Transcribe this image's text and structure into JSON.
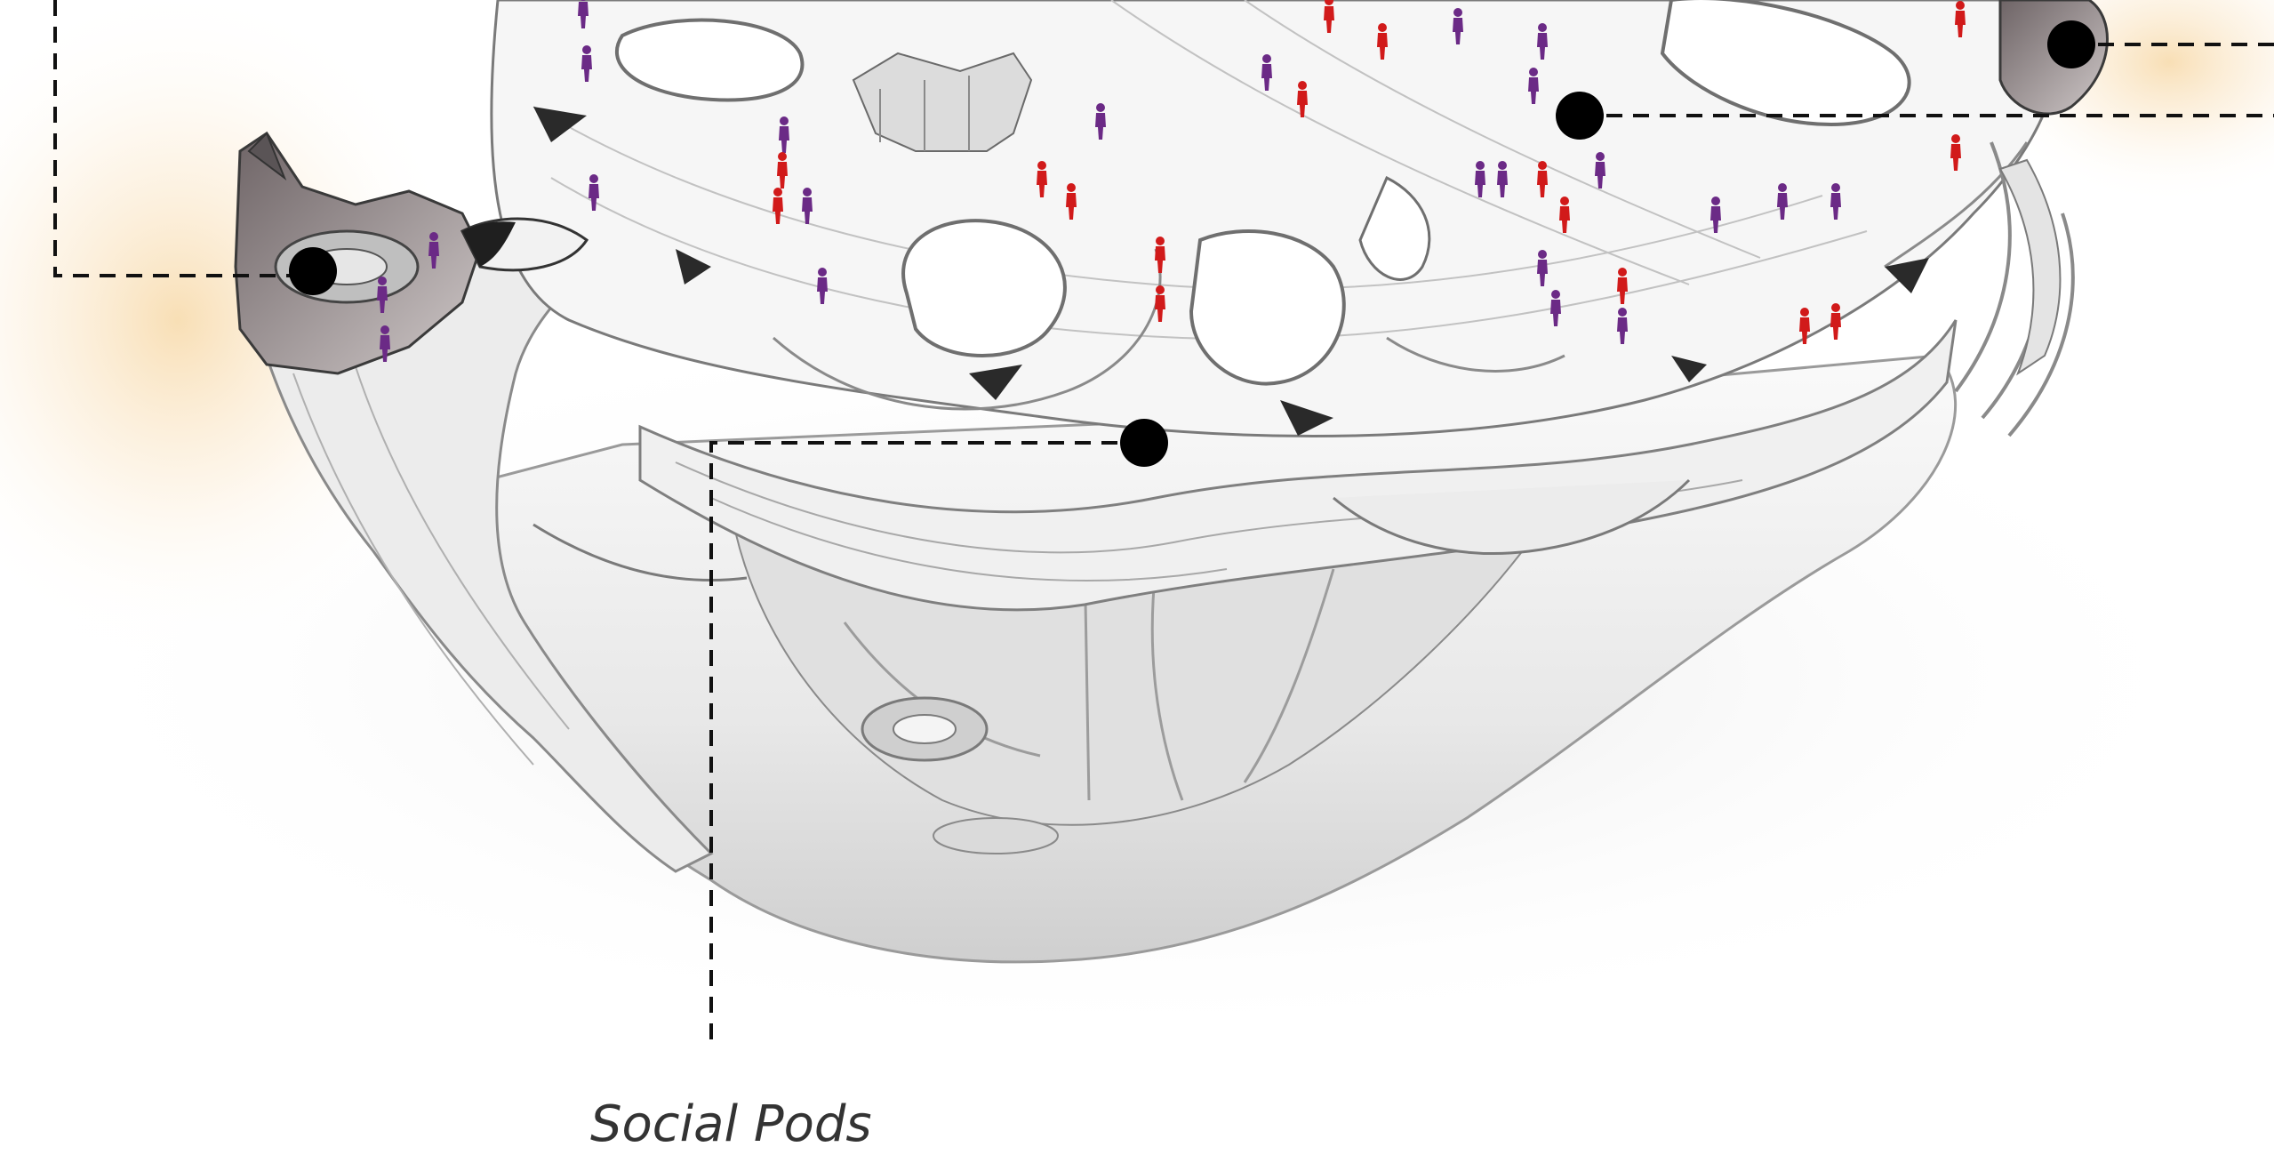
{
  "caption": "Social Pods",
  "colors": {
    "background": "#ffffff",
    "leader_line": "#111111",
    "callout_dot": "#000000",
    "structure_light": "#f2f2f2",
    "structure_mid": "#d6d6d6",
    "structure_dark": "#555555",
    "figure_red": "#d11a1a",
    "figure_purple": "#6b2a86",
    "glow": "#f7d9a8"
  },
  "callouts": [
    {
      "id": "callout-left-pod"
    },
    {
      "id": "callout-center-pod"
    },
    {
      "id": "callout-upper-deck"
    },
    {
      "id": "callout-right-pod"
    }
  ]
}
